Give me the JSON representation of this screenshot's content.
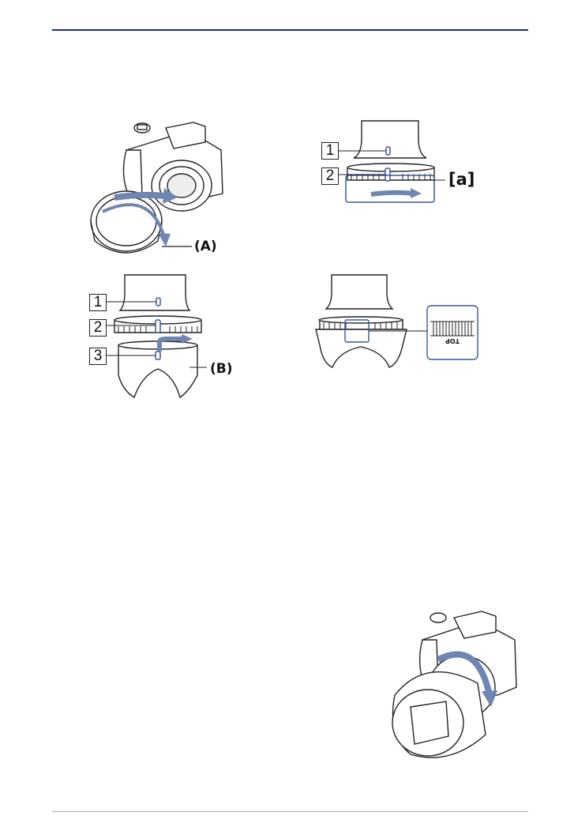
{
  "callouts": {
    "a": "[a]",
    "A": "(A)",
    "B": "(B)"
  },
  "steps": {
    "s1": "1",
    "s2": "2",
    "s3": "3"
  },
  "hood_label": "TOP",
  "colors": {
    "rule": "#1f2a8c",
    "line": "#222222",
    "arrow": "#6f86b3",
    "callout_box": "#3a56a0"
  }
}
